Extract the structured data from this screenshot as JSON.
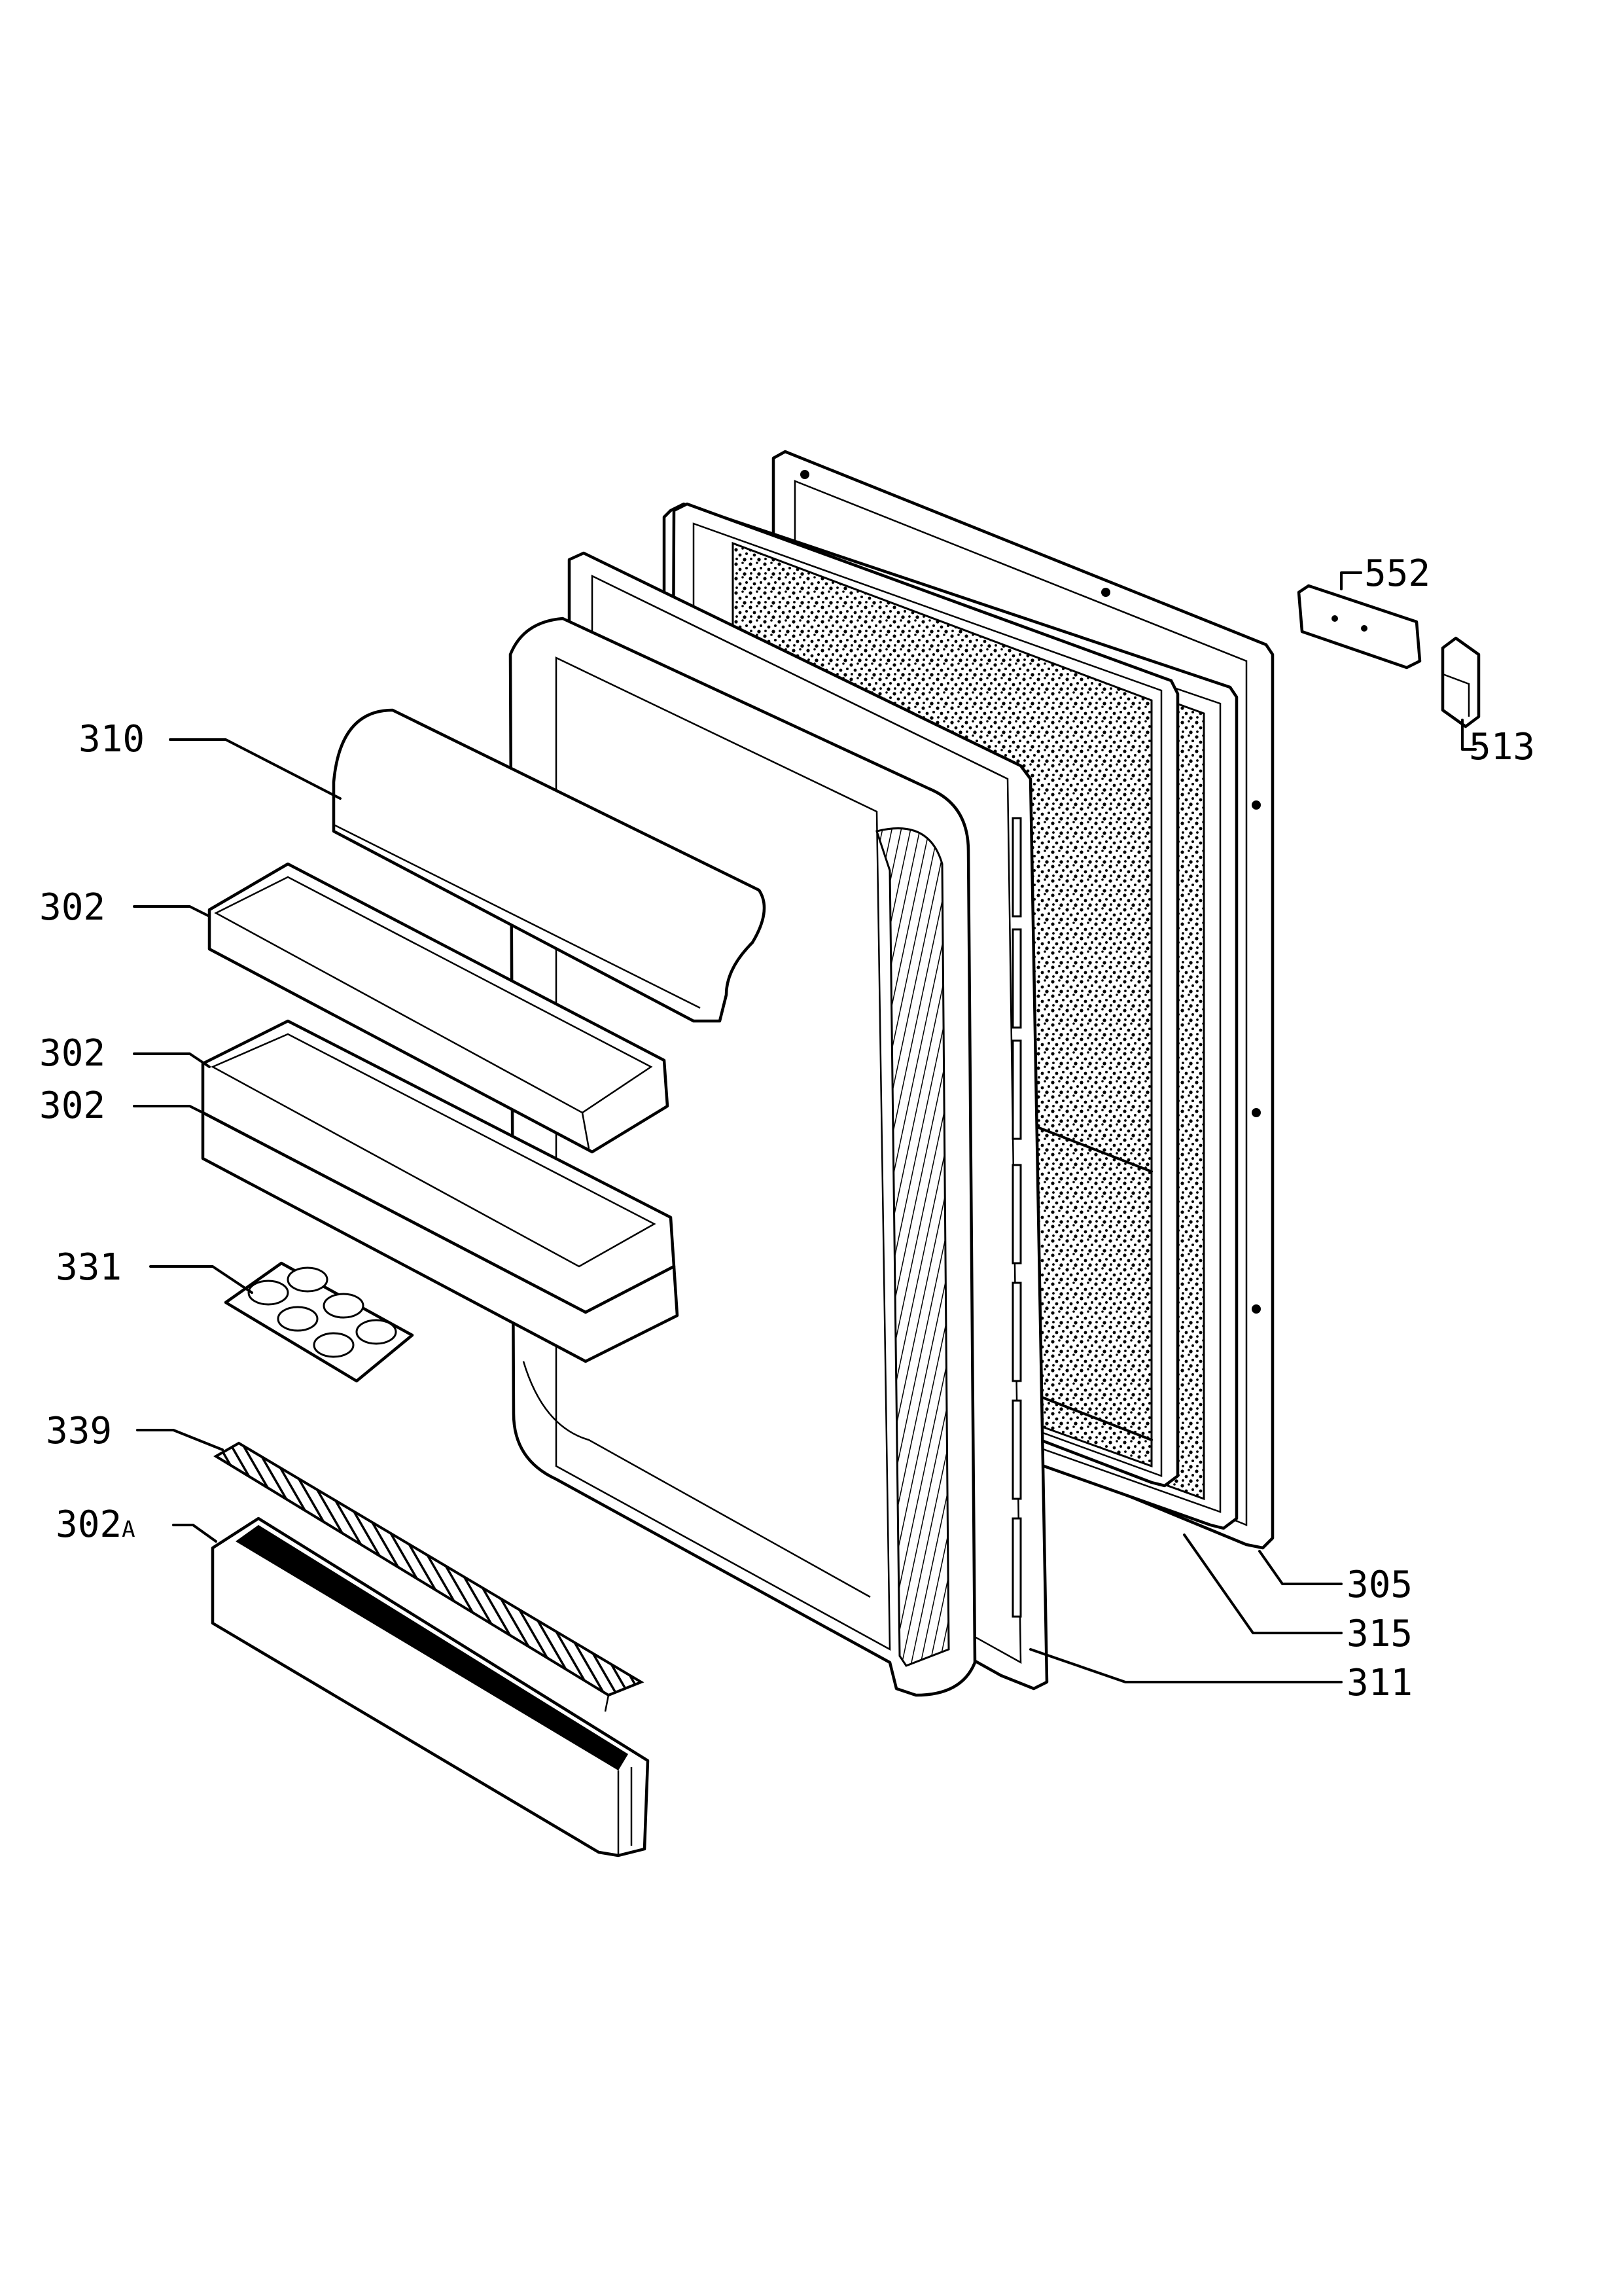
{
  "part_labels": {
    "p552": "552",
    "p513": "513",
    "p310": "310",
    "p302_top": "302",
    "p302_mid": "302",
    "p302_low": "302",
    "p331": "331",
    "p339": "339",
    "p302a_num": "302",
    "p302a_suffix": "A",
    "p305": "305",
    "p315": "315",
    "p311": "311"
  }
}
